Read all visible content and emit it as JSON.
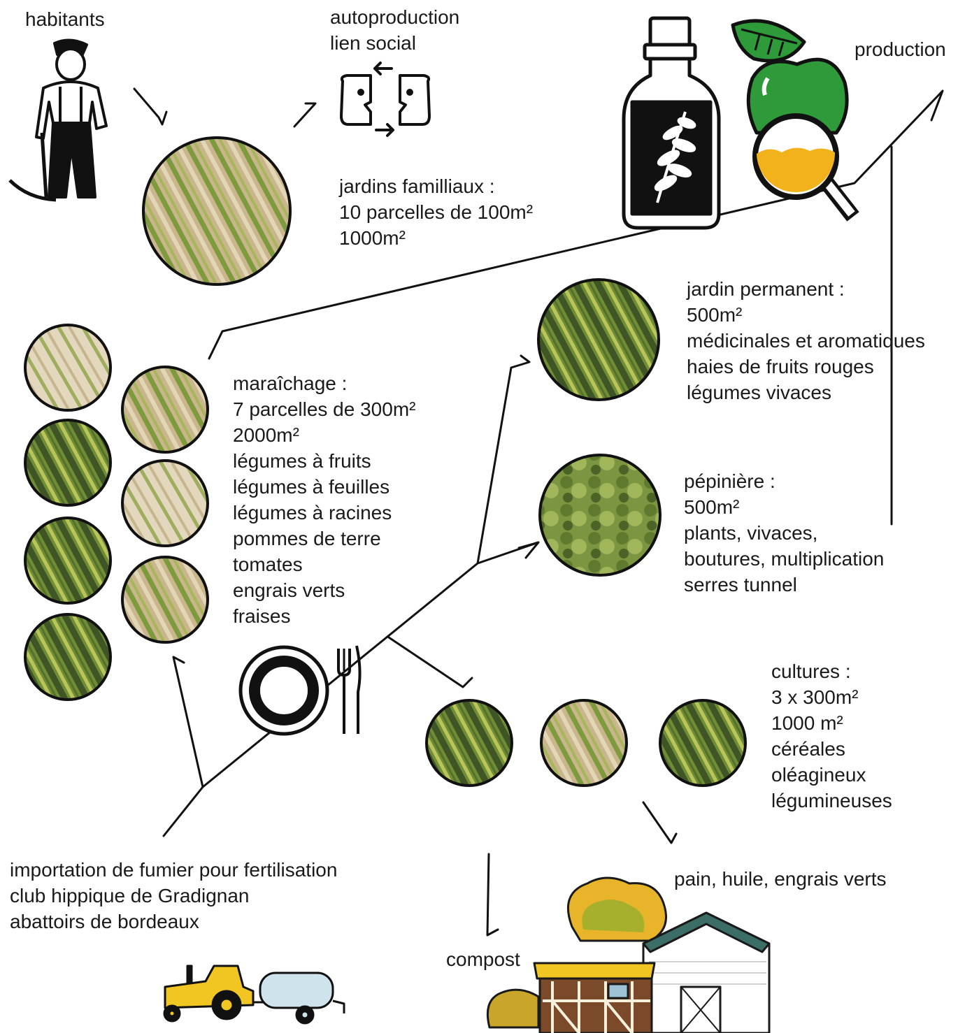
{
  "labels": {
    "habitants": "habitants",
    "autoproduction": [
      "autoproduction",
      "lien social"
    ],
    "production": "production",
    "jardins_familiaux": [
      "jardins familliaux :",
      "10 parcelles de 100m²",
      "1000m²"
    ],
    "jardin_permanent": [
      "jardin permanent :",
      "500m²",
      "médicinales et aromatiques",
      "haies de fruits rouges",
      "légumes vivaces"
    ],
    "maraichage": [
      "maraîchage :",
      "7 parcelles de 300m²",
      "2000m²",
      "légumes à fruits",
      "légumes à feuilles",
      "légumes à racines",
      "pommes de terre",
      "tomates",
      "engrais verts",
      "fraises"
    ],
    "pepiniere": [
      "pépinière :",
      "500m²",
      "plants, vivaces,",
      "boutures, multiplication",
      "serres tunnel"
    ],
    "cultures": [
      "cultures :",
      "3 x 300m²",
      "1000 m²",
      "céréales",
      "oléagineux",
      "légumineuses"
    ],
    "importation": [
      "importation de fumier pour fertilisation",
      "club hippique de Gradignan",
      "abattoirs de bordeaux"
    ],
    "pain": "pain, huile, engrais verts",
    "compost": "compost"
  },
  "icons": [
    "farmer-icon",
    "social-link-icon",
    "bottle-icon",
    "apple-magnifier-icon",
    "plate-cutlery-icon",
    "tractor-icon",
    "farm-buildings-icon"
  ],
  "colors": {
    "line": "#111111",
    "leaf_green": "#2e9a3a",
    "gold": "#f1b21c",
    "crop_green": "#7d9a3c",
    "crop_dark": "#3f5526",
    "crop_light": "#cbbf95"
  }
}
